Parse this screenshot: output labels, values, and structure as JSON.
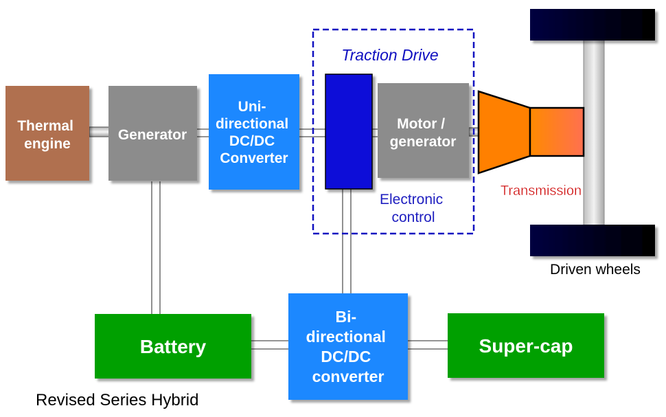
{
  "blocks": {
    "thermal_engine": [
      "Thermal",
      "engine"
    ],
    "generator": [
      "Generator"
    ],
    "uni_converter": [
      "Uni-",
      "directional",
      "DC/DC",
      "Converter"
    ],
    "motor_generator": [
      "Motor /",
      "generator"
    ],
    "bi_converter": [
      "Bi-",
      "directional",
      "DC/DC",
      "converter"
    ],
    "battery": [
      "Battery"
    ],
    "supercap": [
      "Super-cap"
    ]
  },
  "labels": {
    "traction_drive": "Traction Drive",
    "electronic_control": [
      "Electronic",
      "control"
    ],
    "transmission": "Transmission",
    "driven_wheels": "Driven wheels",
    "caption": "Revised Series Hybrid"
  },
  "colors": {
    "thermal": "#b07050",
    "gray": "#8c8c8c",
    "blue": "#1e88ff",
    "dark_blue": "#1010d8",
    "green": "#00a000",
    "orange": "#ff8000",
    "wheel": "#000030",
    "dashed": "#1010c0",
    "transmission_text": "#cc0000",
    "control_text": "#2020c0"
  }
}
